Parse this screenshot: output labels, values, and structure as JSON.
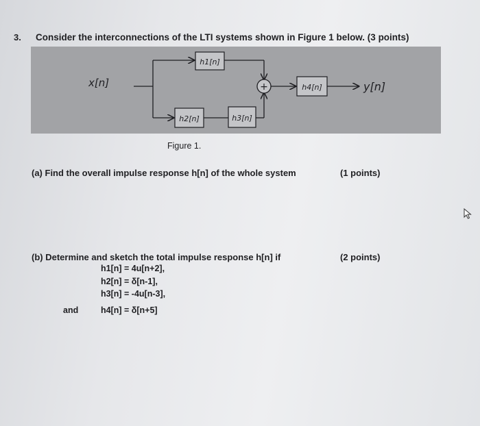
{
  "question": {
    "number": "3.",
    "title": "Consider the interconnections of the LTI systems shown in Figure 1 below. (3 points)"
  },
  "figure": {
    "caption": "Figure 1.",
    "input_label": "x[n]",
    "output_label": "y[n]",
    "blocks": [
      "h1[n]",
      "h2[n]",
      "h3[n]",
      "h4[n]"
    ],
    "adder_symbol": "+"
  },
  "part_a": {
    "text": "(a) Find the overall impulse response h[n] of the whole system",
    "points": "(1 points)"
  },
  "part_b": {
    "text": "(b) Determine and sketch the total impulse response h[n] if",
    "points": "(2 points)",
    "equations": [
      "h1[n] = 4u[n+2],",
      "h2[n] = δ[n-1],",
      "h3[n] = -4u[n-3],",
      "h4[n] = δ[n+5]"
    ],
    "connector": "and"
  }
}
